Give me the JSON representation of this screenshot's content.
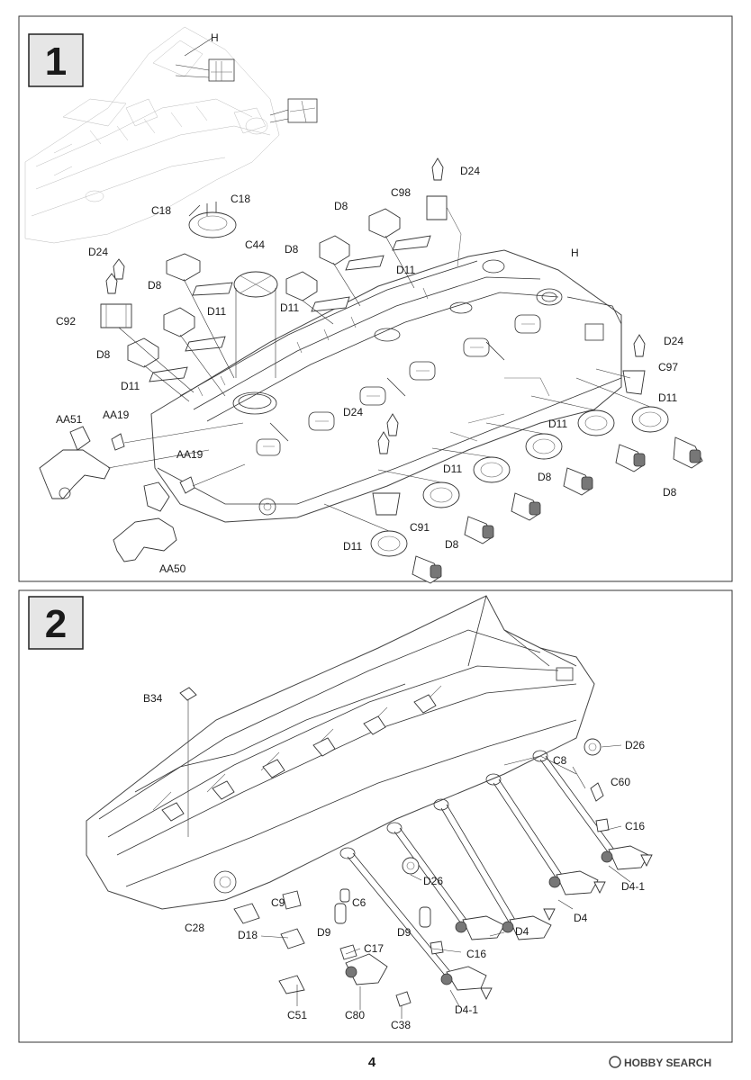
{
  "page": {
    "number": "4"
  },
  "watermark": {
    "text": "HOBBY SEARCH"
  },
  "steps": [
    {
      "number": "1",
      "labels": {
        "H_top": "H",
        "D24_a": "D24",
        "C98": "C98",
        "C18_a": "C18",
        "C18_b": "C18",
        "C44": "C44",
        "D8_a": "D8",
        "D11_a": "D11",
        "D24_b": "D24",
        "D8_b": "D8",
        "H_main": "H",
        "D8_c": "D8",
        "D11_b": "D11",
        "D11_c": "D11",
        "C92": "C92",
        "D8_d": "D8",
        "D11_d": "D11",
        "D24_c": "D24",
        "C97": "C97",
        "D11_e": "D11",
        "AA51": "AA51",
        "AA19_a": "AA19",
        "D24_d": "D24",
        "D11_f": "D11",
        "AA19_b": "AA19",
        "D11_g": "D11",
        "D8_e": "D8",
        "D8_f": "D8",
        "C91": "C91",
        "D11_h": "D11",
        "D8_g": "D8",
        "AA50": "AA50"
      }
    },
    {
      "number": "2",
      "labels": {
        "B34": "B34",
        "D26_a": "D26",
        "C8": "C8",
        "C60": "C60",
        "C16_a": "C16",
        "D4_1_a": "D4-1",
        "D26_b": "D26",
        "C9": "C9",
        "C6": "C6",
        "D4_a": "D4",
        "D4_b": "D4",
        "C28": "C28",
        "D18": "D18",
        "D9_a": "D9",
        "D9_b": "D9",
        "C17": "C17",
        "C16_b": "C16",
        "C51": "C51",
        "C80": "C80",
        "C38": "C38",
        "D4_1_b": "D4-1"
      }
    }
  ]
}
